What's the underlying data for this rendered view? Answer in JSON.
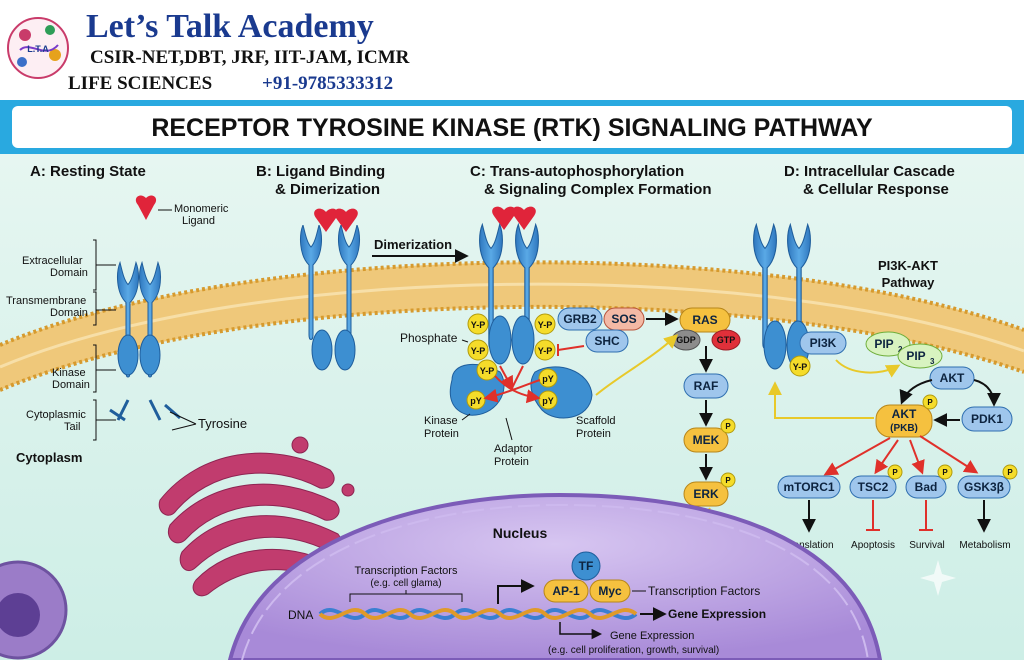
{
  "header": {
    "academy": "Let’s Talk Academy",
    "exams": "CSIR-NET,DBT, JRF, IIT-JAM, ICMR",
    "subject": "LIFE SCIENCES",
    "phone": "+91-9785333312",
    "logo_text": "L.T.A"
  },
  "banner": {
    "title": "RECEPTOR TYROSINE KINASE (RTK) SIGNALING PATHWAY"
  },
  "panels": {
    "a": {
      "title": "A: Resting State"
    },
    "b": {
      "title_line1": "B: Ligand Binding",
      "title_line2": "& Dimerization"
    },
    "c": {
      "title_line1": "C: Trans-autophosphorylation",
      "title_line2": "& Signaling Complex Formation"
    },
    "d": {
      "title_line1": "D: Intracellular Cascade",
      "title_line2": "& Cellular Response"
    }
  },
  "labels": {
    "monomeric_ligand_1": "Monomeric",
    "monomeric_ligand_2": "Ligand",
    "extracellular_1": "Extracellular",
    "extracellular_2": "Domain",
    "transmembrane_1": "Transmembrane",
    "transmembrane_2": "Domain",
    "kinase_1": "Kinase",
    "kinase_2": "Domain",
    "cyto_tail_1": "Cytoplasmic",
    "cyto_tail_2": "Tail",
    "tyrosine": "Tyrosine",
    "cytoplasm": "Cytoplasm",
    "dimerization": "Dimerization",
    "phosphate": "Phosphate",
    "kinase_protein_1": "Kinase",
    "kinase_protein_2": "Protein",
    "adaptor_protein_1": "Adaptor",
    "adaptor_protein_2": "Protein",
    "scaffold_protein_1": "Scaffold",
    "scaffold_protein_2": "Protein",
    "pi3k_akt_1": "PI3K-AKT",
    "pi3k_akt_2": "Pathway",
    "nucleus": "Nucleus",
    "tf_label_1": "Transcription Factors",
    "tf_label_2": "(e.g. cell glama)",
    "dna": "DNA",
    "tf_right": "Transcription Factors",
    "gene_expression": "Gene Expression",
    "gene_expression_2": "Gene Expression",
    "gene_expression_eg": "(e.g. cell proliferation, growth, survival)"
  },
  "nodes": {
    "yp": "Y-P",
    "py": "pY",
    "grb2": "GRB2",
    "sos": "SOS",
    "shc": "SHC",
    "ras": "RAS",
    "gdp": "GDP",
    "gtp": "GTP",
    "raf": "RAF",
    "mek": "MEK",
    "erk": "ERK",
    "p": "P",
    "pi3k": "PI3K",
    "pip2": "PIP",
    "pip2_sub": "2",
    "pip3": "PIP",
    "pip3_sub": "3",
    "akt": "AKT",
    "akt_pkb_1": "AKT",
    "akt_pkb_2": "(PKB)",
    "pdk1": "PDK1",
    "mtorc1": "mTORC1",
    "tsc2": "TSC2",
    "bad": "Bad",
    "gsk3b": "GSK3β",
    "tf": "TF",
    "ap1": "AP-1",
    "myc": "Myc"
  },
  "outcomes": {
    "translation": "Translation",
    "apoptosis": "Apoptosis",
    "survival": "Survival",
    "metabolism": "Metabolism"
  },
  "colors": {
    "header_blue": "#1a3a8f",
    "banner": "#29a9e0",
    "receptor": "#3d8fd1",
    "membrane": "#e9b24a",
    "cytoplasm": "#d5f0ea",
    "nucleus": "#b99be3",
    "phospho": "#f5dc2a",
    "ras": "#f5c13f",
    "activation_arrow": "#e0302a"
  }
}
